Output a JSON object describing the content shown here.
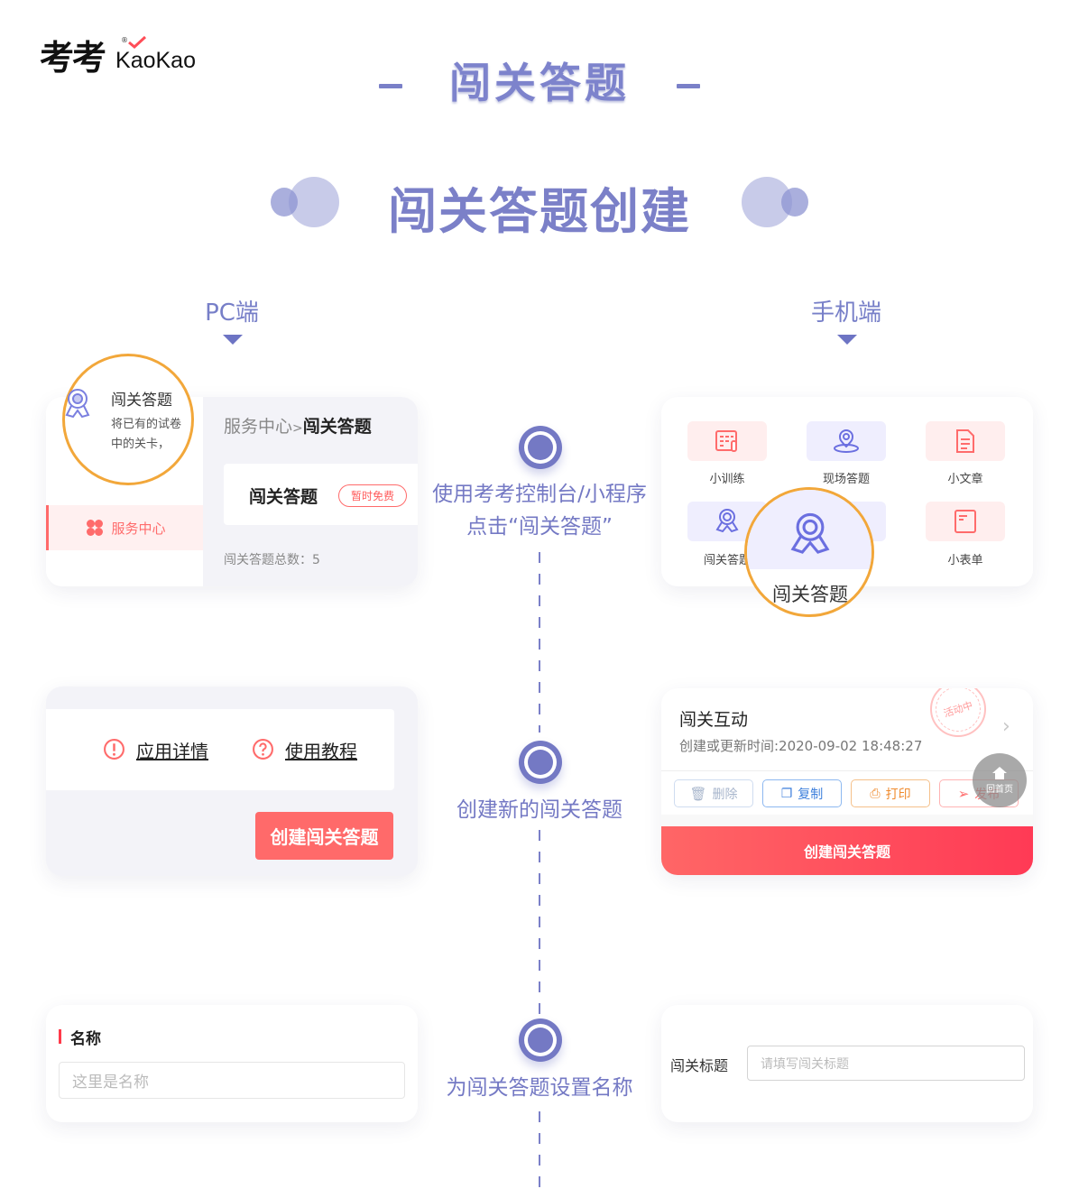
{
  "brand": {
    "name_cn": "考考",
    "name_en": "KaoKao",
    "registered_mark": "®",
    "accent_color": "#7b80c8",
    "check_color": "#ff4d57"
  },
  "header": {
    "title": "闯关答题"
  },
  "section": {
    "title": "闯关答题创建"
  },
  "columns": {
    "pc_label": "PC端",
    "mobile_label": "手机端"
  },
  "steps": [
    {
      "text_line1": "使用考考控制台/小程序",
      "text_line2": "点击“闯关答题”"
    },
    {
      "text_line1": "创建新的闯关答题"
    },
    {
      "text_line1": "为闯关答题设置名称"
    }
  ],
  "pc_step1": {
    "menu_item_title": "闯关答题",
    "menu_item_desc_line1": "将已有的试卷",
    "menu_item_desc_line2": "中的关卡，",
    "sidebar_service": "服务中心",
    "breadcrumb_parent": "服务中心",
    "breadcrumb_sep": ">",
    "breadcrumb_current": "闯关答题",
    "app_card_title": "闯关答题",
    "app_card_badge": "暂时免费",
    "total_label": "闯关答题总数：5"
  },
  "mobile_step1": {
    "tiles": [
      {
        "label": "小训练",
        "icon": "calendar-edit-icon",
        "tone": "red"
      },
      {
        "label": "现场答题",
        "icon": "location-pin-icon",
        "tone": "blue"
      },
      {
        "label": "小文章",
        "icon": "document-icon",
        "tone": "red"
      },
      {
        "label": "闯关答题",
        "icon": "award-ribbon-icon",
        "tone": "blue"
      },
      {
        "label": "",
        "icon": "",
        "tone": "blue"
      },
      {
        "label": "小表单",
        "icon": "form-icon",
        "tone": "red"
      }
    ],
    "magnified_label": "闯关答题"
  },
  "pc_step2": {
    "app_detail_link": "应用详情",
    "tutorial_link": "使用教程",
    "create_button": "创建闯关答题"
  },
  "mobile_step2": {
    "item_title": "闯关互动",
    "item_time": "创建或更新时间:2020-09-02 18:48:27",
    "stamp": "活动中",
    "actions": {
      "delete": "删除",
      "copy": "复制",
      "print": "打印",
      "publish": "发布"
    },
    "home_float": "回首页",
    "create_button": "创建闯关答题"
  },
  "pc_step3": {
    "field_label": "名称",
    "field_placeholder": "这里是名称"
  },
  "mobile_step3": {
    "field_label": "闯关标题",
    "field_placeholder": "请填写闯关标题"
  }
}
